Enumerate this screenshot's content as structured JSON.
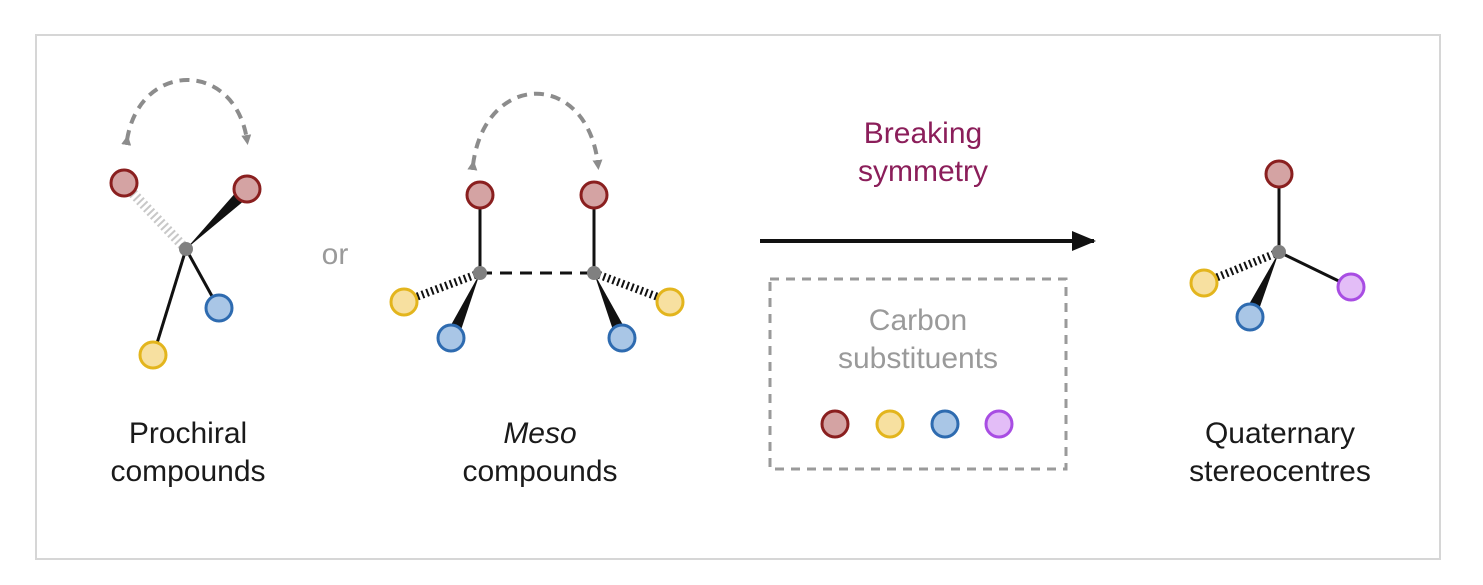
{
  "labels": {
    "prochiral_line1": "Prochiral",
    "prochiral_line2": "compounds",
    "or": "or",
    "meso_line1": "Meso",
    "meso_line2": "compounds",
    "breaking_line1": "Breaking",
    "breaking_line2": "symmetry",
    "carbon_line1": "Carbon",
    "carbon_line2": "substituents",
    "quaternary_line1": "Quaternary",
    "quaternary_line2": "stereocentres"
  },
  "colors": {
    "red_fill": "#d4a3a3",
    "red_stroke": "#8a1f1f",
    "yellow_fill": "#f7e0a0",
    "yellow_stroke": "#e3b51d",
    "blue_fill": "#a9c6e6",
    "blue_stroke": "#2e6bb0",
    "purple_fill": "#e3bdf7",
    "purple_stroke": "#a84de3",
    "accent_text": "#8b1e5a",
    "centre_dot": "#808080",
    "border": "#d6d6d6",
    "dashed_arrow": "#8c8c8c"
  },
  "substituent_legend": [
    "red",
    "yellow",
    "blue",
    "purple"
  ]
}
